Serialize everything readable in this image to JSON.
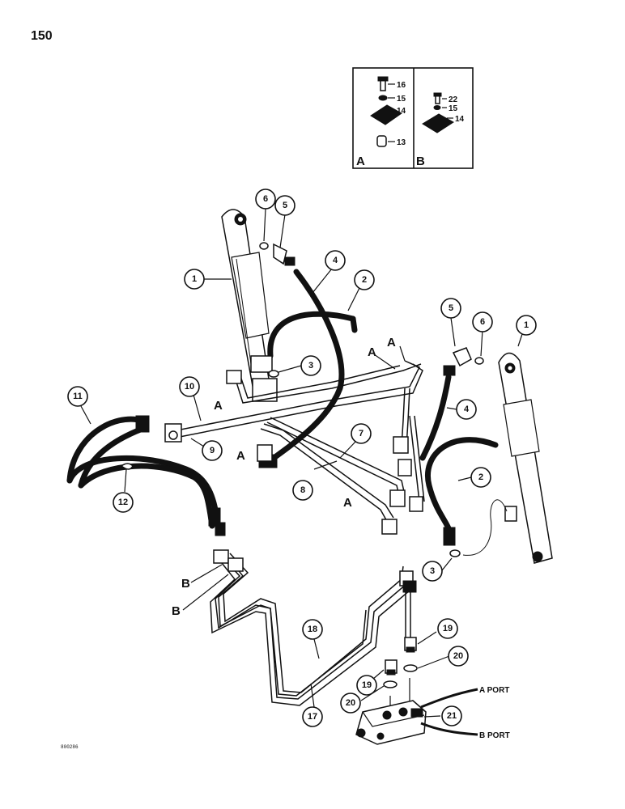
{
  "page_number": "150",
  "figure_code": "800286",
  "inset": {
    "panel_a": {
      "label": "A",
      "parts": [
        "16",
        "15",
        "14",
        "13"
      ]
    },
    "panel_b": {
      "label": "B",
      "parts": [
        "22",
        "15",
        "14"
      ]
    }
  },
  "callouts": {
    "left_cylinder": "1",
    "left_o_ring": "6",
    "left_elbow": "5",
    "left_hose_4": "4",
    "left_hose_2": "2",
    "left_o_ring_3": "3",
    "tube_10": "10",
    "tube_9": "9",
    "tube_7": "7",
    "tube_8": "8",
    "hoses_11": "11",
    "clamp_12": "12",
    "right_elbow": "5",
    "right_o_ring": "6",
    "right_cylinder": "1",
    "right_hose_4": "4",
    "right_hose_2": "2",
    "right_o_ring_3": "3",
    "tube_18": "18",
    "tube_17": "17",
    "fitting_19_top": "19",
    "o_ring_20_top": "20",
    "fitting_19_bottom": "19",
    "o_ring_20_bottom": "20",
    "valve_21": "21"
  },
  "section_tags": {
    "a_top_1": "A",
    "a_top_2": "A",
    "a_tube_10": "A",
    "a_lower_left": "A",
    "a_lower_mid": "A",
    "b_upper": "B",
    "b_lower": "B"
  },
  "ports": {
    "a_port": "A PORT",
    "b_port": "B PORT"
  }
}
